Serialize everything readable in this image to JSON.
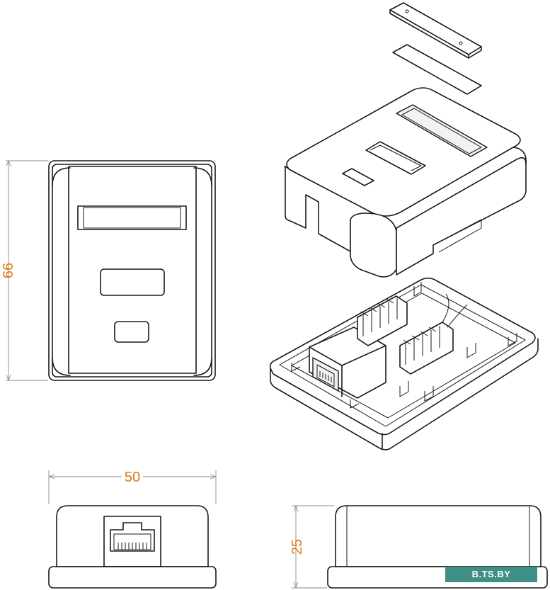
{
  "dimensions": {
    "height_label": "66",
    "width_label": "50",
    "depth_label": "25"
  },
  "watermark": {
    "text": "B.TS.BY",
    "color": "#3f8f86"
  },
  "colors": {
    "line": "#1a1a1a",
    "dimension_text": "#e07a10",
    "dimension_line": "#8a8a8a"
  }
}
